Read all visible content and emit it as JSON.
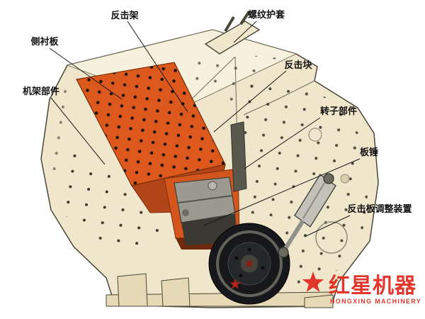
{
  "diagram": {
    "labels": [
      {
        "id": "impact-frame",
        "text": "反击架"
      },
      {
        "id": "threaded-sleeve",
        "text": "螺纹护套"
      },
      {
        "id": "side-liner-plate",
        "text": "侧衬板"
      },
      {
        "id": "impact-block",
        "text": "反击块"
      },
      {
        "id": "frame-parts",
        "text": "机架部件"
      },
      {
        "id": "rotor-parts",
        "text": "转子部件"
      },
      {
        "id": "blow-bar",
        "text": "板锤"
      },
      {
        "id": "impact-plate-adjustment",
        "text": "反击板调整装置"
      }
    ]
  },
  "watermark": {
    "brand": "红星机器",
    "brand_en": "HONGXING MACHINERY"
  },
  "colors": {
    "body": "#f0e6cb",
    "body_light": "#f7f0dc",
    "liner_orange": "#dc581c",
    "outline": "#4a4738",
    "watermark_red": "#e0271b"
  }
}
